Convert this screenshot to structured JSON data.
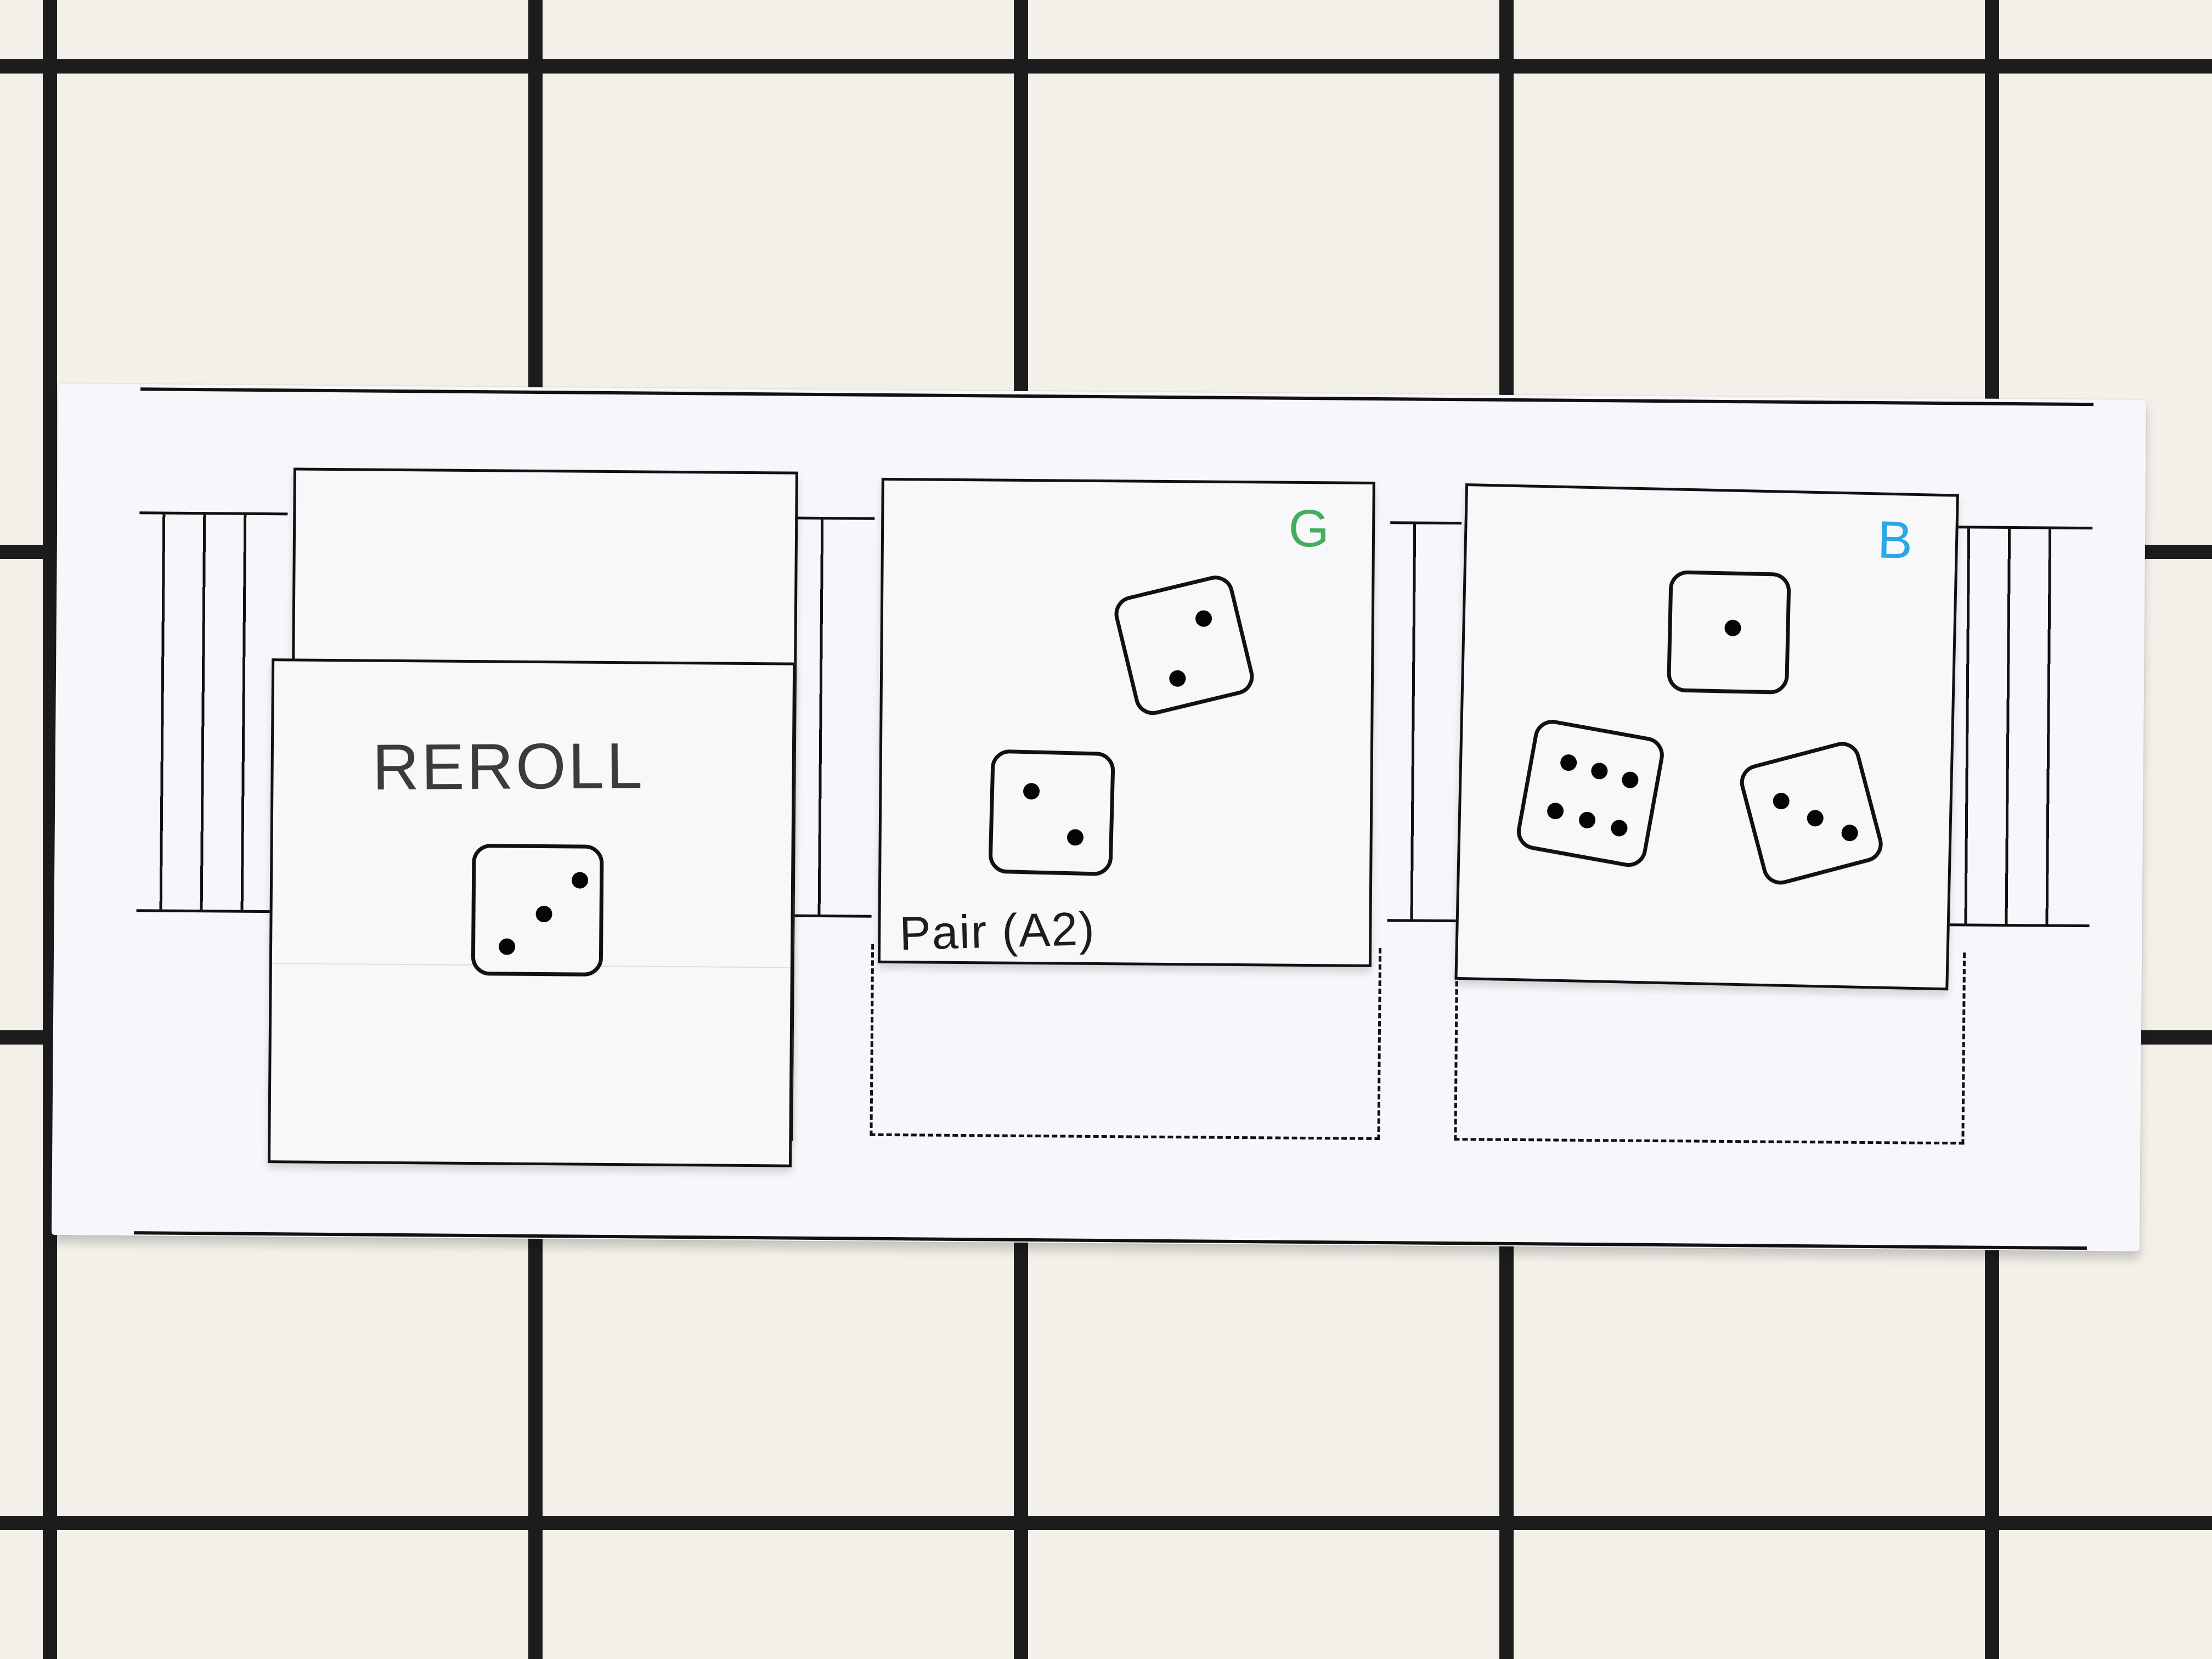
{
  "page": {
    "background": "#f2f0e8",
    "grid_color": "#1c1c1c",
    "board_color": "#f7f7fb",
    "ink_color": "#111111"
  },
  "reroll_card": {
    "label": "REROLL",
    "die_value": 3
  },
  "green_card": {
    "tag": "G",
    "tag_color": "#45ad62",
    "footer": "Pair (A2)",
    "dice_values": [
      2,
      2
    ]
  },
  "blue_card": {
    "tag": "B",
    "tag_color": "#2aa8e3",
    "dice_values": [
      1,
      6,
      3
    ]
  }
}
